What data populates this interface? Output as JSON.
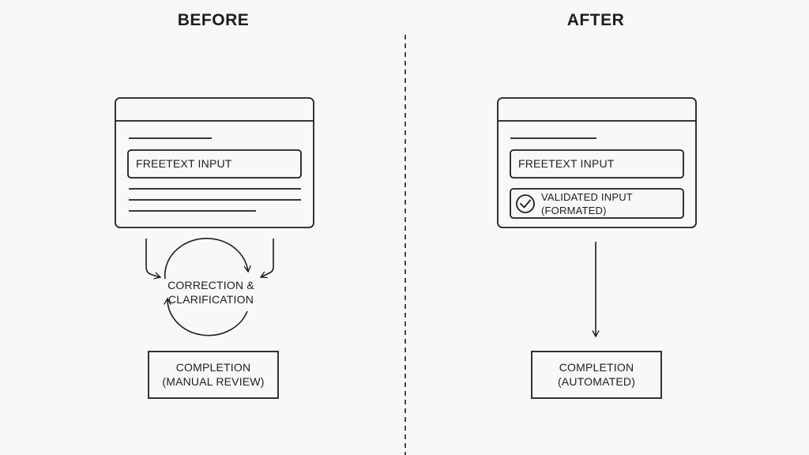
{
  "headings": {
    "before": "BEFORE",
    "after": "AFTER"
  },
  "before_panel": {
    "field_label": "FREETEXT INPUT",
    "loop_line1": "CORRECTION &",
    "loop_line2": "CLARIFICATION",
    "completion_line1": "COMPLETION",
    "completion_line2": "(MANUAL REVIEW)"
  },
  "after_panel": {
    "field_label": "FREETEXT INPUT",
    "validated_line1": "VALIDATED INPUT",
    "validated_line2": "(FORMATED)",
    "completion_line1": "COMPLETION",
    "completion_line2": "(AUTOMATED)"
  },
  "colors": {
    "background": "#f8f8f7",
    "stroke": "#1d1d1d"
  }
}
